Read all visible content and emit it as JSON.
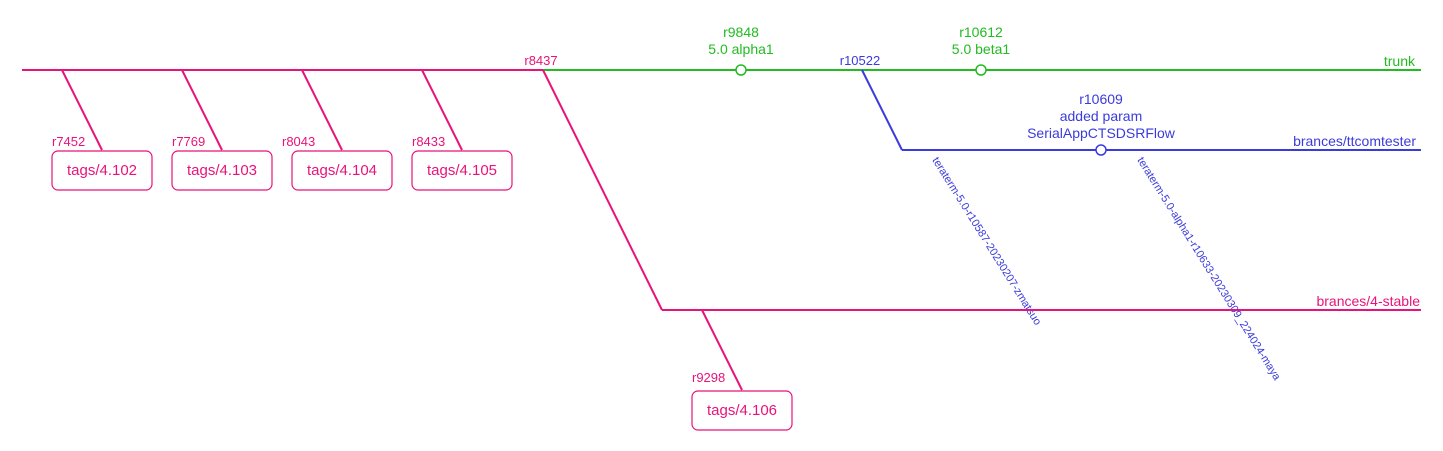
{
  "colors": {
    "stable": "#e8137a",
    "trunk": "#22bb22",
    "feature": "#3b3bdd"
  },
  "branches": {
    "trunk": "trunk",
    "feature": "brances/ttcomtester",
    "stable": "brances/4-stable"
  },
  "revisions": {
    "r8437": "r8437",
    "r10522": "r10522"
  },
  "milestones": [
    {
      "rev": "r9848",
      "label": "5.0 alpha1"
    },
    {
      "rev": "r10612",
      "label": "5.0 beta1"
    }
  ],
  "commit": {
    "rev": "r10609",
    "line1": "added param",
    "line2": "SerialAppCTSDSRFlow"
  },
  "tags": [
    {
      "rev": "r7452",
      "name": "tags/4.102"
    },
    {
      "rev": "r7769",
      "name": "tags/4.103"
    },
    {
      "rev": "r8043",
      "name": "tags/4.104"
    },
    {
      "rev": "r8433",
      "name": "tags/4.105"
    },
    {
      "rev": "r9298",
      "name": "tags/4.106"
    }
  ],
  "builds": [
    "teraterm-5.0-r10587-20230207-zmatsuo",
    "teraterm-5.0-alpha1-r10633-20230309_224024-maya"
  ]
}
